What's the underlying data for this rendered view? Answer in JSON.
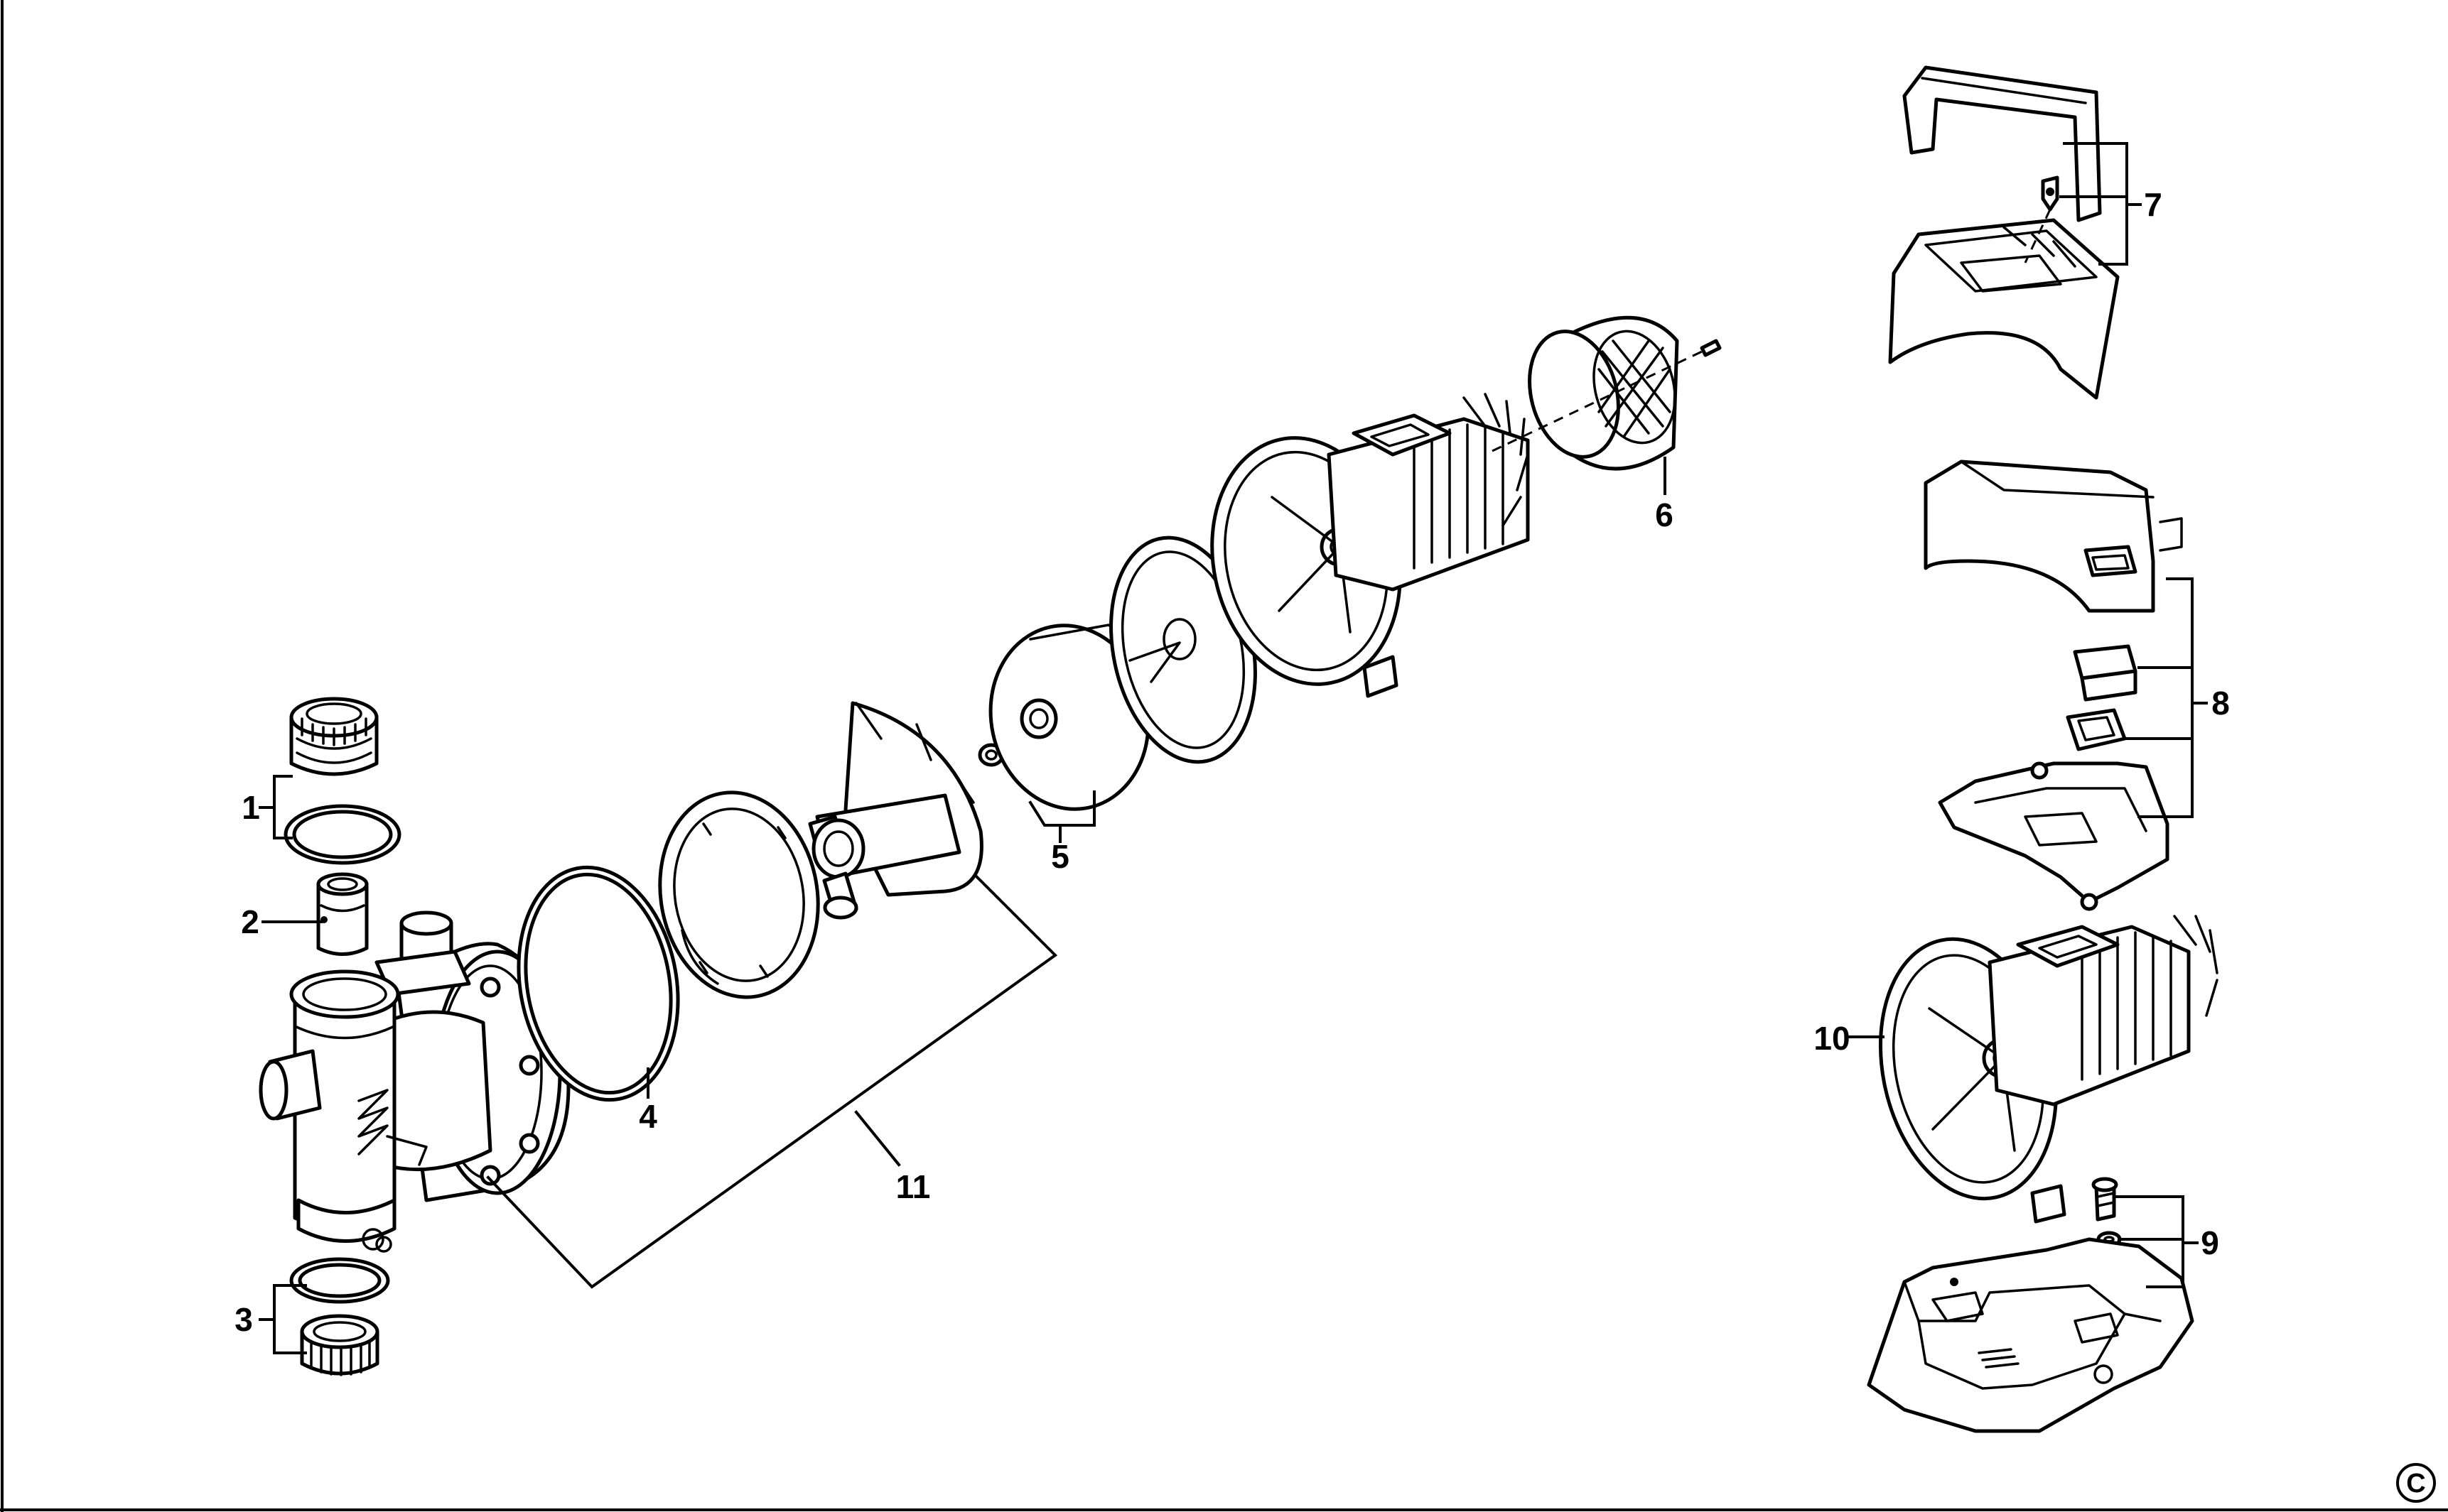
{
  "labels": {
    "l1": "1",
    "l2": "2",
    "l3": "3",
    "l4": "4",
    "l5": "5",
    "l6": "6",
    "l7": "7",
    "l8": "8",
    "l9": "9",
    "l10": "10",
    "l11": "11"
  },
  "copyright": "C"
}
